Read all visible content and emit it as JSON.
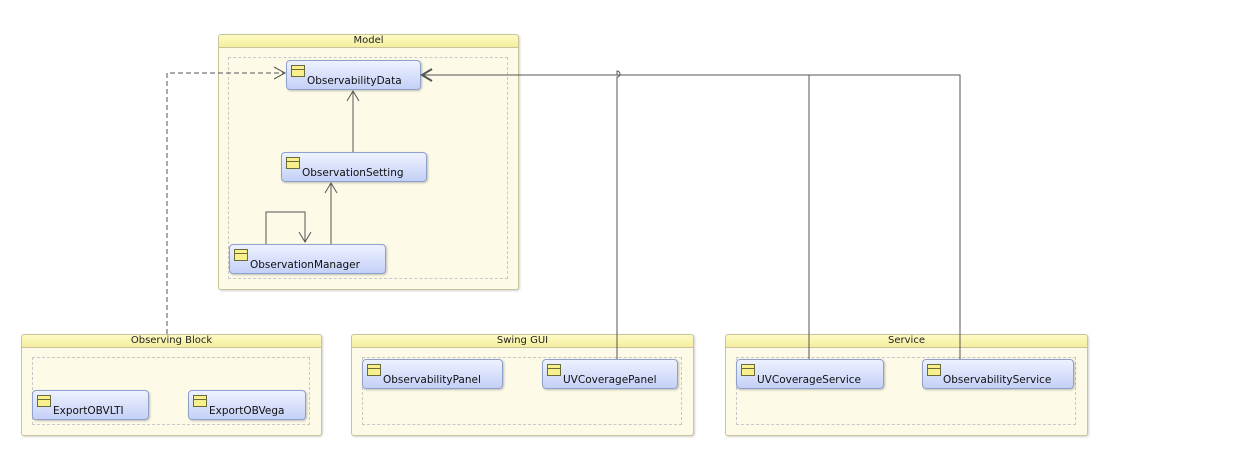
{
  "packages": {
    "model": {
      "title": "Model"
    },
    "observing_block": {
      "title": "Observing Block"
    },
    "swing_gui": {
      "title": "Swing GUI"
    },
    "service": {
      "title": "Service"
    }
  },
  "classes": {
    "observability_data": "ObservabilityData",
    "observation_setting": "ObservationSetting",
    "observation_manager": "ObservationManager",
    "export_ob_vlti": "ExportOBVLTI",
    "export_ob_vega": "ExportOBVega",
    "observability_panel": "ObservabilityPanel",
    "uv_coverage_panel": "UVCoveragePanel",
    "uv_coverage_service": "UVCoverageService",
    "observability_service": "ObservabilityService"
  },
  "colors": {
    "package_fill": "#fdfbe7",
    "package_title": "#f4ef9e",
    "class_fill_top": "#eef2ff",
    "class_fill_bottom": "#c4d0f7",
    "connector": "#555555"
  }
}
